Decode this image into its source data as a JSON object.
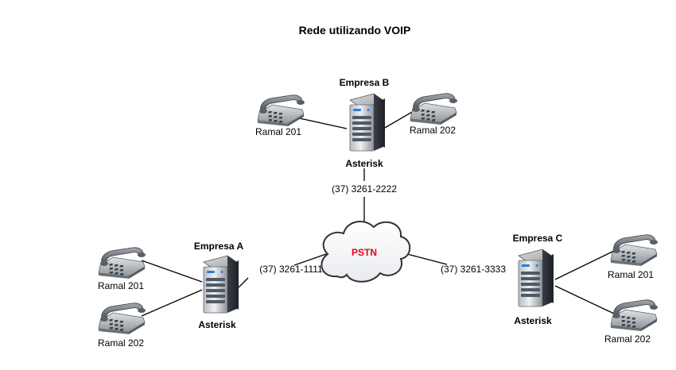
{
  "title": "Rede utilizando VOIP",
  "cloud": {
    "label": "PSTN",
    "label_color": "#e8001c"
  },
  "companies": {
    "b": {
      "name": "Empresa B",
      "server": "Asterisk",
      "number": "(37) 3261-2222",
      "ext1": "Ramal 201",
      "ext2": "Ramal 202"
    },
    "a": {
      "name": "Empresa A",
      "server": "Asterisk",
      "number": "(37) 3261-1111",
      "ext1": "Ramal 201",
      "ext2": "Ramal 202"
    },
    "c": {
      "name": "Empresa C",
      "server": "Asterisk",
      "number": "(37) 3261-3333",
      "ext1": "Ramal 201",
      "ext2": "Ramal 202"
    }
  },
  "icons": {
    "server": "server-tower-icon",
    "phone": "telephone-icon",
    "cloud": "cloud-icon"
  }
}
